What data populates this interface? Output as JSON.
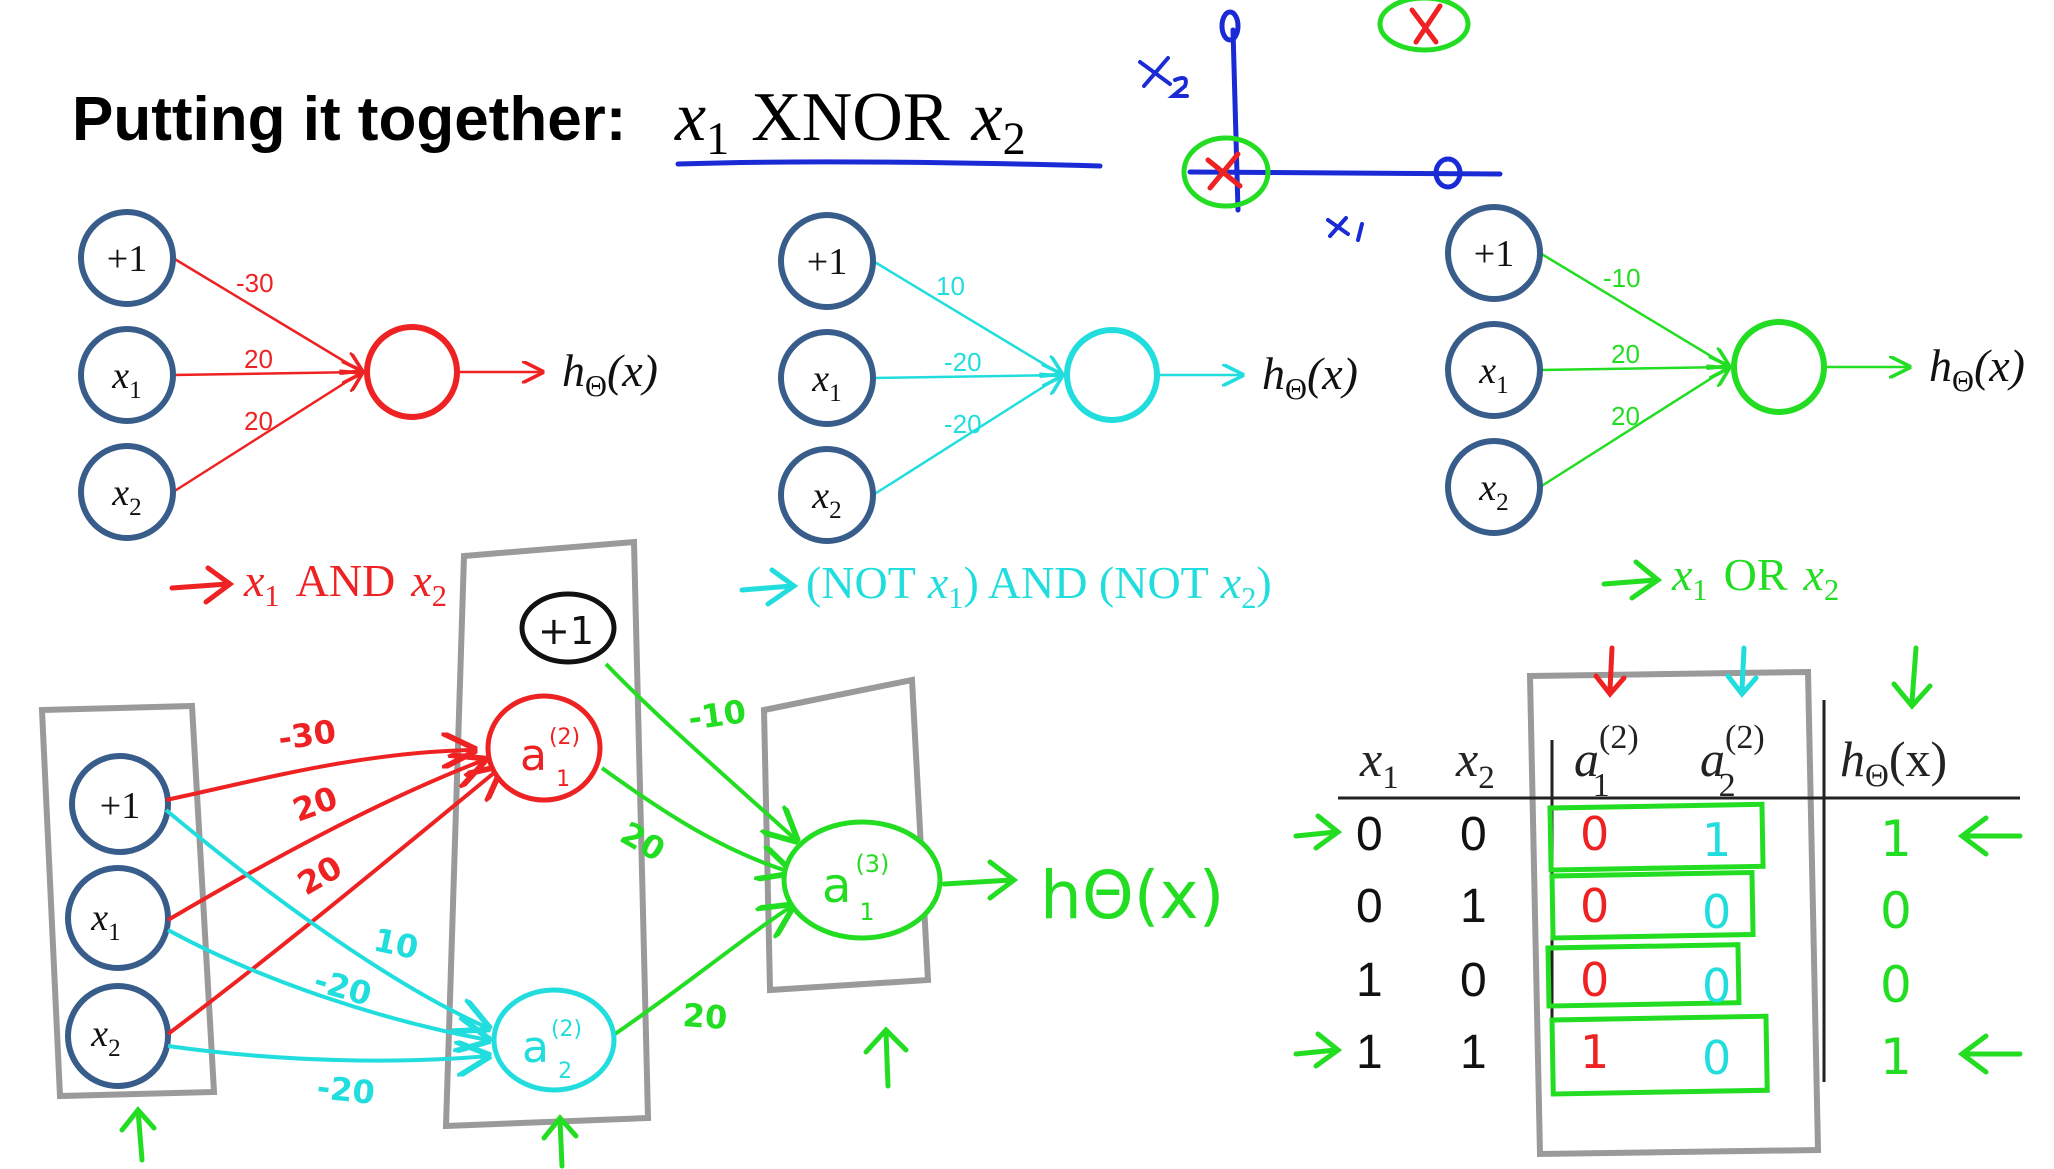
{
  "title": {
    "bold": "Putting it together:",
    "math": {
      "x1": "x",
      "sub1": "1",
      "op": "XNOR",
      "x2": "x",
      "sub2": "2"
    }
  },
  "colors": {
    "and": "#ee2222",
    "not_and": "#22dddd",
    "or": "#22dd22",
    "node_ring": "#385d8a",
    "pen_blue": "#1a2bd6",
    "gray": "#9a9a9a"
  },
  "nodes": {
    "bias": "+1",
    "x1": {
      "base": "x",
      "sub": "1"
    },
    "x2": {
      "base": "x",
      "sub": "2"
    },
    "output": {
      "h": "h",
      "theta": "Θ",
      "arg": "(x)"
    }
  },
  "networks": [
    {
      "id": "and",
      "weights": [
        "-30",
        "20",
        "20"
      ],
      "caption": {
        "a": "x",
        "as": "1",
        "op": "AND",
        "b": "x",
        "bs": "2"
      }
    },
    {
      "id": "not_and",
      "weights": [
        "10",
        "-20",
        "-20"
      ],
      "caption": {
        "pre": "(NOT",
        "a": "x",
        "as": "1",
        "mid": ") AND (NOT",
        "b": "x",
        "bs": "2",
        "post": ")"
      }
    },
    {
      "id": "or",
      "weights": [
        "-10",
        "20",
        "20"
      ],
      "caption": {
        "a": "x",
        "as": "1",
        "op": "OR",
        "b": "x",
        "bs": "2"
      }
    }
  ],
  "sketch_axes": {
    "x_label": "x1",
    "y_label": "x2",
    "points": [
      {
        "at": "origin",
        "mark": "X"
      },
      {
        "at": "top",
        "mark": "O"
      },
      {
        "at": "right",
        "mark": "O"
      },
      {
        "at": "top-right",
        "mark": "X"
      }
    ]
  },
  "combined": {
    "inputs": {
      "bias": "+1",
      "x1": "x1",
      "x2": "x2"
    },
    "hidden_bias": "+1",
    "a1": {
      "base": "a",
      "sup": "(2)",
      "sub": "1"
    },
    "a2": {
      "base": "a",
      "sup": "(2)",
      "sub": "2"
    },
    "out": {
      "base": "a",
      "sup": "(3)",
      "sub": "1"
    },
    "result": "hΘ(x)",
    "weights": {
      "to_a1": [
        "-30",
        "20",
        "20"
      ],
      "to_a2": [
        "10",
        "-20",
        "-20"
      ],
      "to_out": [
        "-10",
        "20",
        "20"
      ]
    }
  },
  "truth_table": {
    "headers": {
      "x1": {
        "base": "x",
        "sub": "1"
      },
      "x2": {
        "base": "x",
        "sub": "2"
      },
      "a1": {
        "base": "a",
        "sup": "(2)",
        "sub": "1"
      },
      "a2": {
        "base": "a",
        "sup": "(2)",
        "sub": "2"
      },
      "h": {
        "h": "h",
        "theta": "Θ",
        "arg": "(x)"
      }
    },
    "rows": [
      {
        "x1": "0",
        "x2": "0",
        "a1": "0",
        "a2": "1",
        "h": "1",
        "marked": true
      },
      {
        "x1": "0",
        "x2": "1",
        "a1": "0",
        "a2": "0",
        "h": "0",
        "marked": false
      },
      {
        "x1": "1",
        "x2": "0",
        "a1": "0",
        "a2": "0",
        "h": "0",
        "marked": false
      },
      {
        "x1": "1",
        "x2": "1",
        "a1": "1",
        "a2": "0",
        "h": "1",
        "marked": true
      }
    ]
  }
}
